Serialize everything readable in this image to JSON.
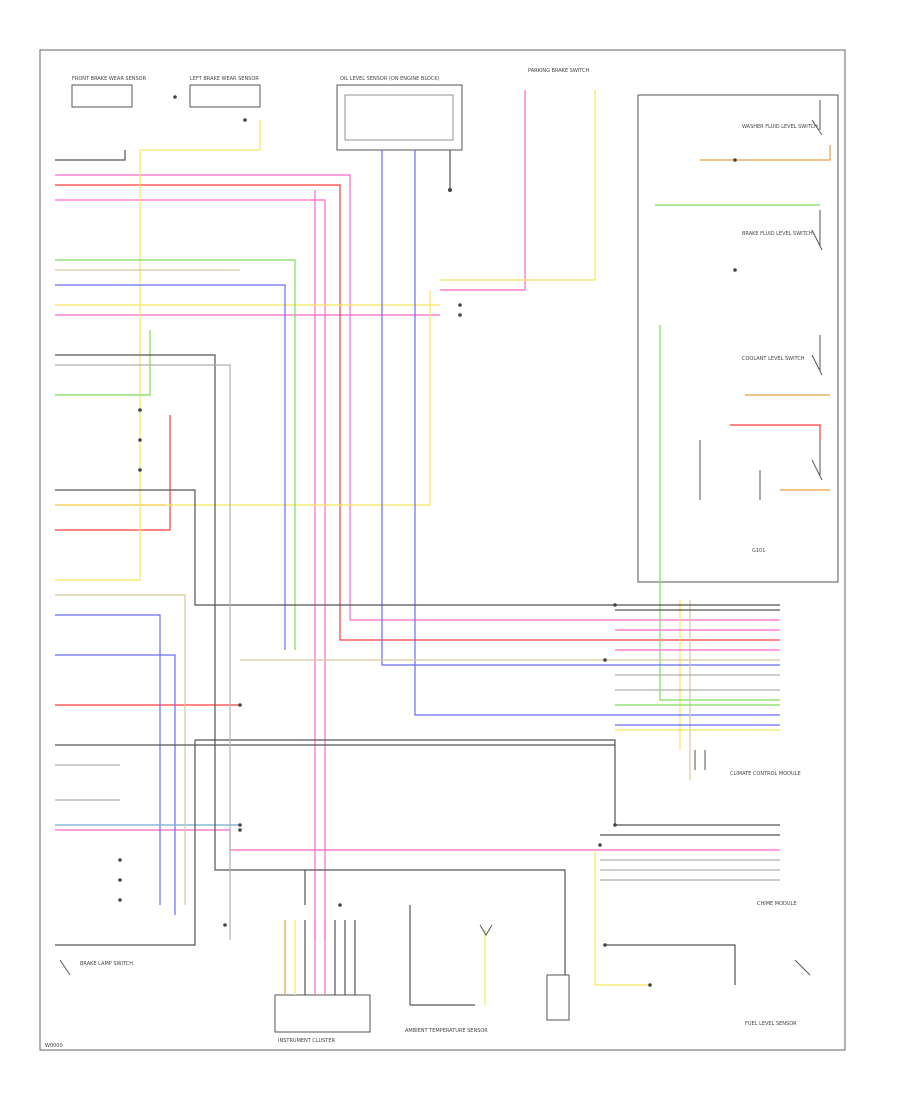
{
  "footer_id": "W0000",
  "colors": {
    "pink": "#ff66cc",
    "red": "#ff3b3b",
    "yellow": "#f2e85a",
    "green": "#7cdc5a",
    "blue": "#6a6aff",
    "gray": "#555555",
    "lightgray": "#b0b0b0",
    "tan": "#d8c89a",
    "ltblue": "#77aacc",
    "orange": "#e8a040"
  },
  "top_components": {
    "front_brake_sensor": "FRONT BRAKE WEAR SENSOR",
    "left_brake_sensor": "LEFT BRAKE WEAR SENSOR",
    "oil_level_sensor": "OIL LEVEL SENSOR (ON ENGINE BLOCK)",
    "parking_brake_switch": "PARKING BRAKE SWITCH"
  },
  "right_components": {
    "washer_fluid_switch": "WASHER FLUID LEVEL SWITCH",
    "brake_fluid_switch": "BRAKE FLUID LEVEL SWITCH",
    "coolant_switch": "COOLANT LEVEL SWITCH",
    "ground_g": "G101"
  },
  "bottom_labels": {
    "instrument_cluster": "INSTRUMENT CLUSTER",
    "fuel_level_sensor": "FUEL LEVEL SENSOR",
    "ambient_temp_sensor": "AMBIENT TEMPERATURE SENSOR",
    "climate_control_module": "CLIMATE CONTROL MODULE",
    "chime_module": "CHIME MODULE",
    "brake_lamp_switch": "BRAKE LAMP SWITCH"
  }
}
